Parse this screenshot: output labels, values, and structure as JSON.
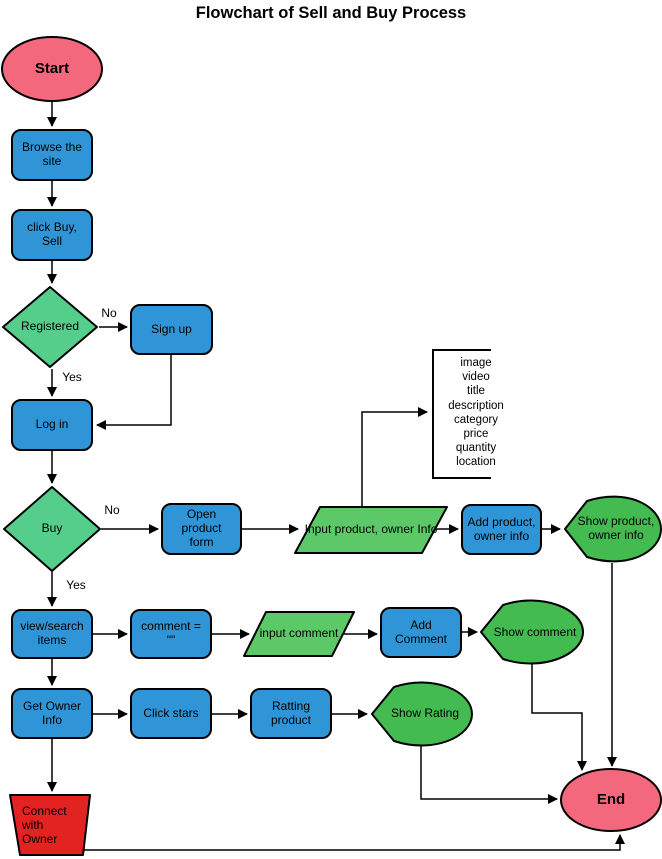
{
  "title": "Flowchart of Sell and Buy Process",
  "colors": {
    "process_fill": "#3095D6",
    "decision_fill": "#55CE8C",
    "io_fill": "#5DC868",
    "display_fill": "#43BB50",
    "terminator_fill": "#F4687E",
    "manual_fill": "#E32322",
    "stroke": "#000000"
  },
  "nodes": {
    "start": {
      "label": "Start",
      "type": "terminator"
    },
    "browse": {
      "label": "Browse the site",
      "type": "process"
    },
    "click_buy_sell": {
      "label": "click Buy, Sell",
      "type": "process"
    },
    "registered": {
      "label": "Registered",
      "type": "decision"
    },
    "sign_up": {
      "label": "Sign up",
      "type": "process"
    },
    "log_in": {
      "label": "Log in",
      "type": "process"
    },
    "buy": {
      "label": "Buy",
      "type": "decision"
    },
    "open_form": {
      "label": "Open product form",
      "type": "process"
    },
    "input_product": {
      "label": "Input product, owner Info",
      "type": "input"
    },
    "add_product": {
      "label": "Add  product, owner info",
      "type": "process"
    },
    "show_product": {
      "label": "Show product, owner info",
      "type": "display"
    },
    "view_search": {
      "label": "view/search items",
      "type": "process"
    },
    "comment_init": {
      "label": "comment = \"\"",
      "type": "process"
    },
    "input_comment": {
      "label": "input comment",
      "type": "input"
    },
    "add_comment": {
      "label": "Add Comment",
      "type": "process"
    },
    "show_comment": {
      "label": "Show comment",
      "type": "display"
    },
    "get_owner": {
      "label": "Get Owner Info",
      "type": "process"
    },
    "click_stars": {
      "label": "Click stars",
      "type": "process"
    },
    "ratting": {
      "label": "Ratting product",
      "type": "process"
    },
    "show_rating": {
      "label": "Show Rating",
      "type": "display"
    },
    "connect_owner": {
      "label": "Connect with Owner",
      "type": "manual"
    },
    "end": {
      "label": "End",
      "type": "terminator"
    }
  },
  "edge_labels": {
    "registered_no": "No",
    "registered_yes": "Yes",
    "buy_no": "No",
    "buy_yes": "Yes"
  },
  "annotation": {
    "lines": [
      "image",
      "video",
      "title",
      "description",
      "category",
      "price",
      "quantity",
      "location"
    ]
  },
  "edges": [
    {
      "from": "start",
      "to": "browse"
    },
    {
      "from": "browse",
      "to": "click_buy_sell"
    },
    {
      "from": "click_buy_sell",
      "to": "registered"
    },
    {
      "from": "registered",
      "to": "sign_up",
      "label": "No"
    },
    {
      "from": "registered",
      "to": "log_in",
      "label": "Yes"
    },
    {
      "from": "sign_up",
      "to": "log_in"
    },
    {
      "from": "log_in",
      "to": "buy"
    },
    {
      "from": "buy",
      "to": "open_form",
      "label": "No"
    },
    {
      "from": "buy",
      "to": "view_search",
      "label": "Yes"
    },
    {
      "from": "open_form",
      "to": "input_product"
    },
    {
      "from": "input_product",
      "to": "annotation"
    },
    {
      "from": "input_product",
      "to": "add_product"
    },
    {
      "from": "add_product",
      "to": "show_product"
    },
    {
      "from": "show_product",
      "to": "end"
    },
    {
      "from": "view_search",
      "to": "comment_init"
    },
    {
      "from": "comment_init",
      "to": "input_comment"
    },
    {
      "from": "input_comment",
      "to": "add_comment"
    },
    {
      "from": "add_comment",
      "to": "show_comment"
    },
    {
      "from": "show_comment",
      "to": "end"
    },
    {
      "from": "view_search",
      "to": "get_owner"
    },
    {
      "from": "get_owner",
      "to": "click_stars"
    },
    {
      "from": "click_stars",
      "to": "ratting"
    },
    {
      "from": "ratting",
      "to": "show_rating"
    },
    {
      "from": "show_rating",
      "to": "end"
    },
    {
      "from": "get_owner",
      "to": "connect_owner"
    },
    {
      "from": "connect_owner",
      "to": "end"
    }
  ]
}
